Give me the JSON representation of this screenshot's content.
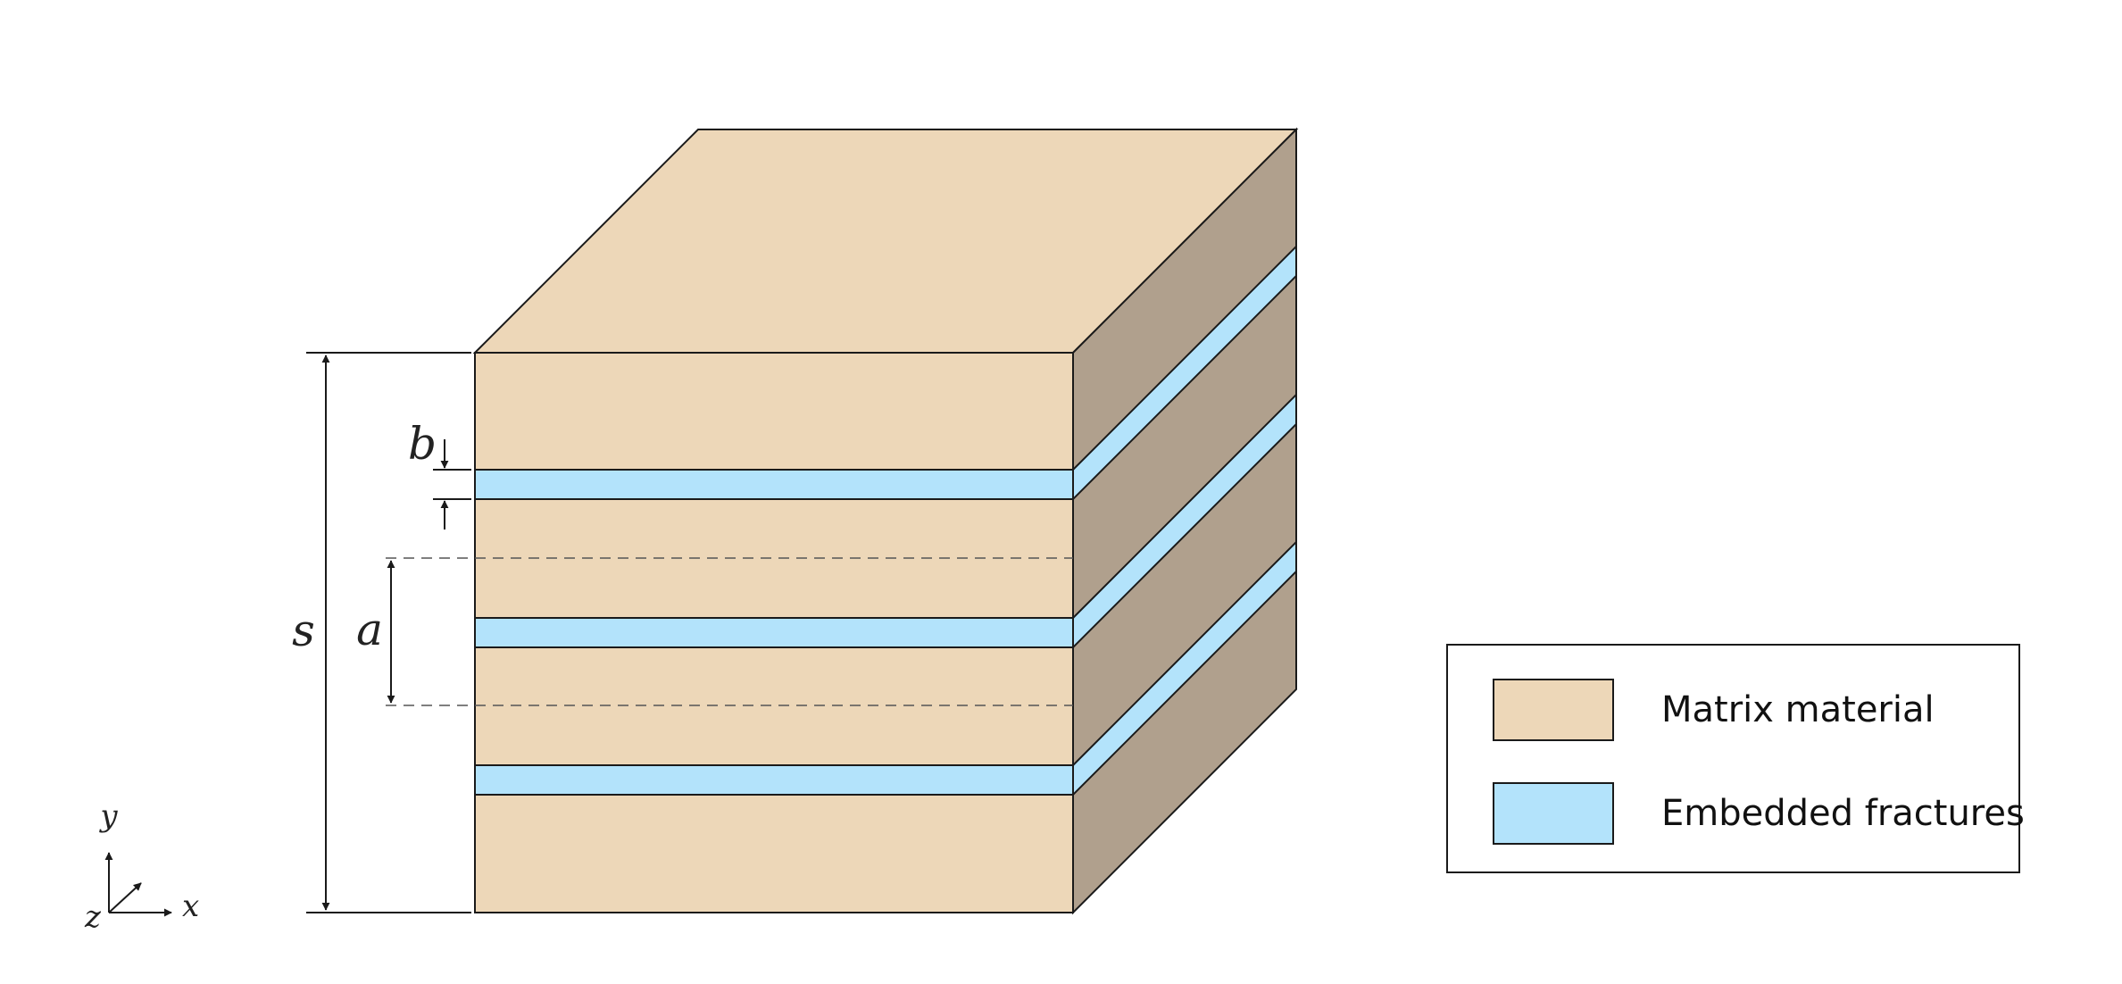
{
  "colors": {
    "matrix_front": "#EDD7B8",
    "matrix_side": "#B0A08D",
    "fracture": "#B3E3FB",
    "stroke": "#1a1a1a",
    "dashed": "#555555"
  },
  "labels": {
    "s": "s",
    "a": "a",
    "b": "b"
  },
  "axes": {
    "x": "x",
    "y": "y",
    "z": "z"
  },
  "legend": {
    "items": [
      {
        "label": "Matrix material",
        "color": "#EDD7B8"
      },
      {
        "label": "Embedded fractures",
        "color": "#B3E3FB"
      }
    ]
  }
}
